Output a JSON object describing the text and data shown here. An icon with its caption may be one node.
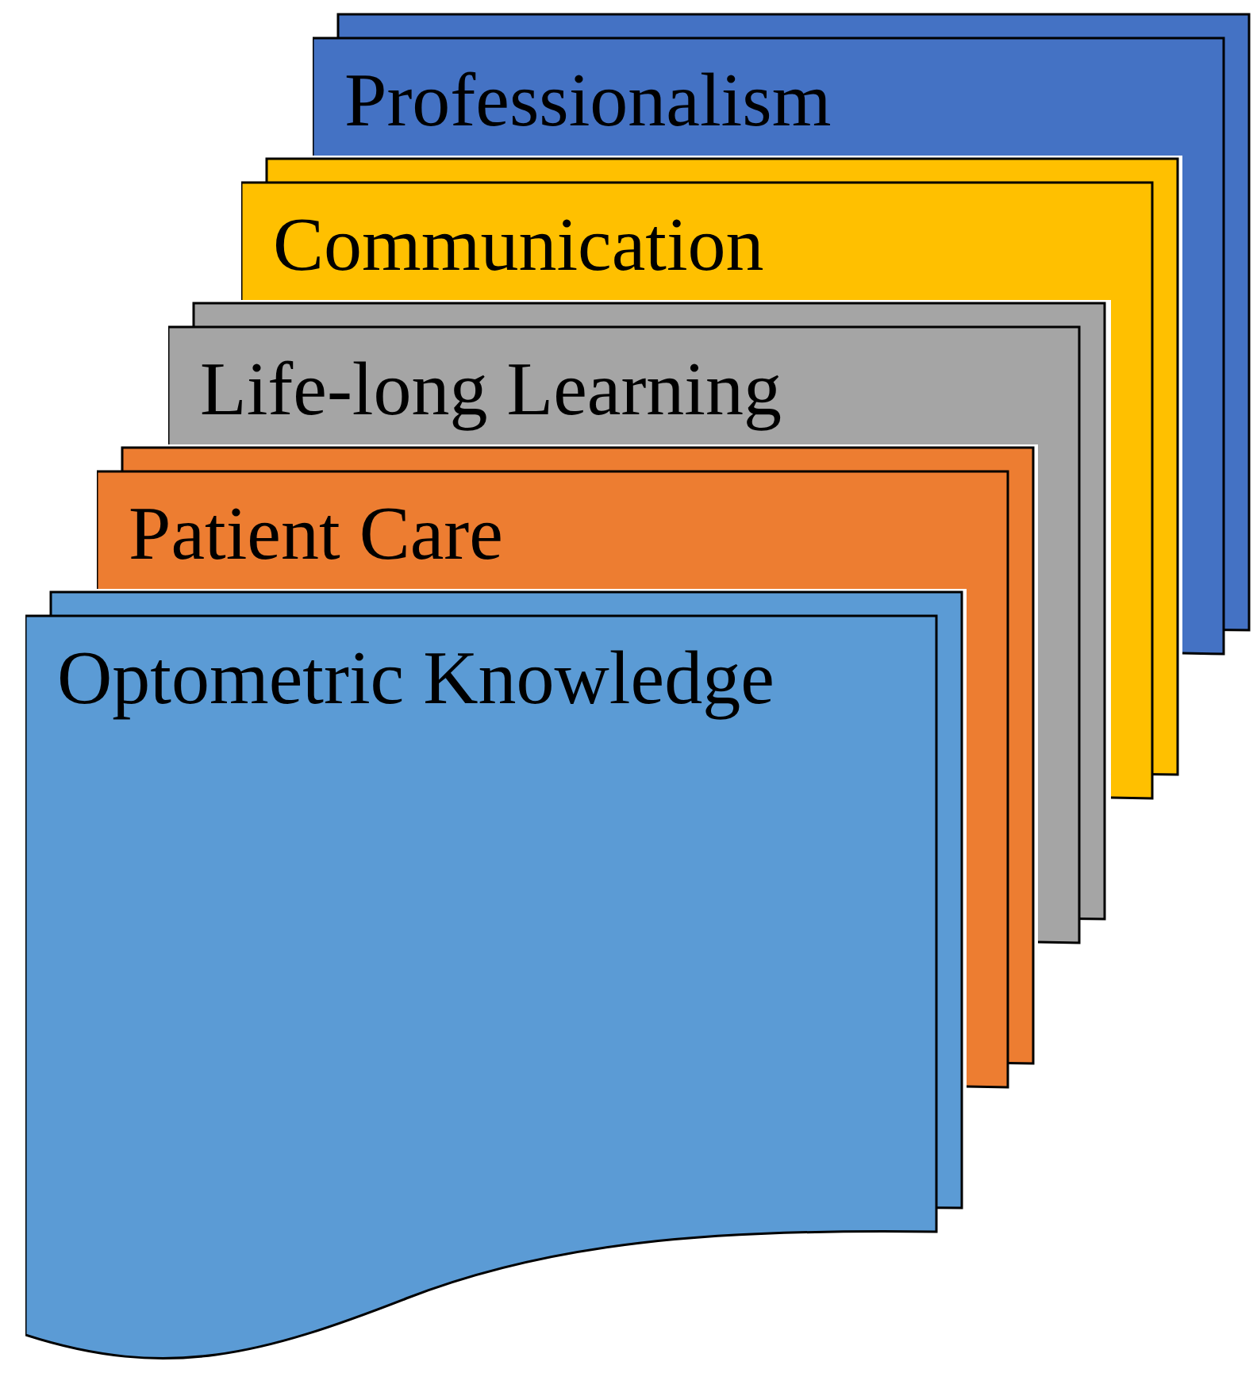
{
  "diagram": {
    "nodes": [
      {
        "text": [
          "Professionalism"
        ]
      },
      {
        "text": [
          "Communication"
        ]
      },
      {
        "text": [
          "Life-long Learning"
        ]
      },
      {
        "text": [
          "Patient Care"
        ]
      },
      {
        "text": [
          "Optometric Knowledge"
        ]
      }
    ]
  }
}
